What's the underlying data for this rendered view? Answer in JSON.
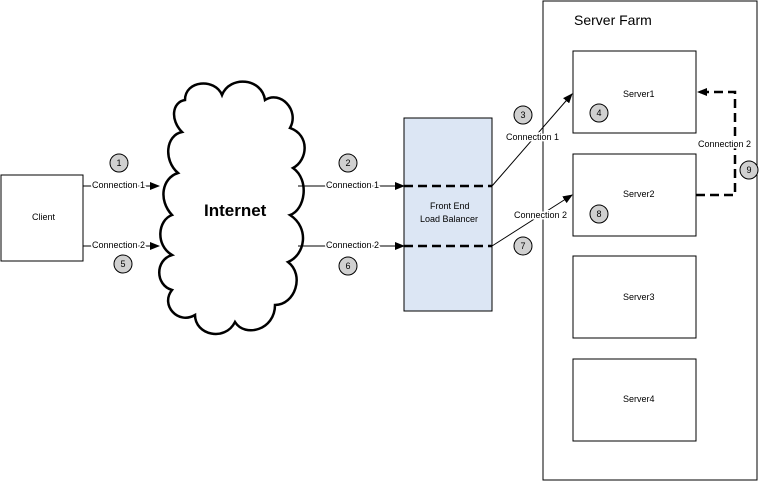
{
  "diagram": {
    "server_farm_label": "Server Farm",
    "client_label": "Client",
    "internet_label": "Internet",
    "load_balancer_line1": "Front End",
    "load_balancer_line2": "Load Balancer",
    "servers": [
      "Server1",
      "Server2",
      "Server3",
      "Server4"
    ],
    "connections": {
      "c1": "Connection 1",
      "c2": "Connection 2"
    },
    "badges": [
      "1",
      "2",
      "3",
      "4",
      "5",
      "6",
      "7",
      "8",
      "9"
    ],
    "colors": {
      "load_balancer_fill": "#dce6f4",
      "badge_fill": "#d0d0d0",
      "stroke": "#000000"
    }
  }
}
